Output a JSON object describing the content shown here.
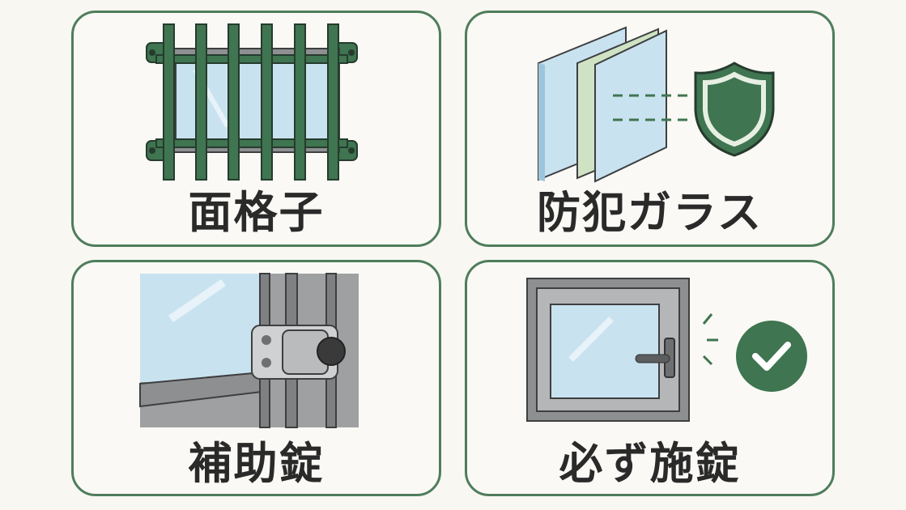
{
  "cards": [
    {
      "label": "面格子",
      "icon": "window-grille-icon"
    },
    {
      "label": "防犯ガラス",
      "icon": "laminated-glass-shield-icon"
    },
    {
      "label": "補助錠",
      "icon": "auxiliary-lock-icon"
    },
    {
      "label": "必ず施錠",
      "icon": "locked-window-check-icon"
    }
  ],
  "colors": {
    "accent": "#4f7d5c",
    "glass": "#c9e2f0",
    "frame": "#8d8f91"
  }
}
